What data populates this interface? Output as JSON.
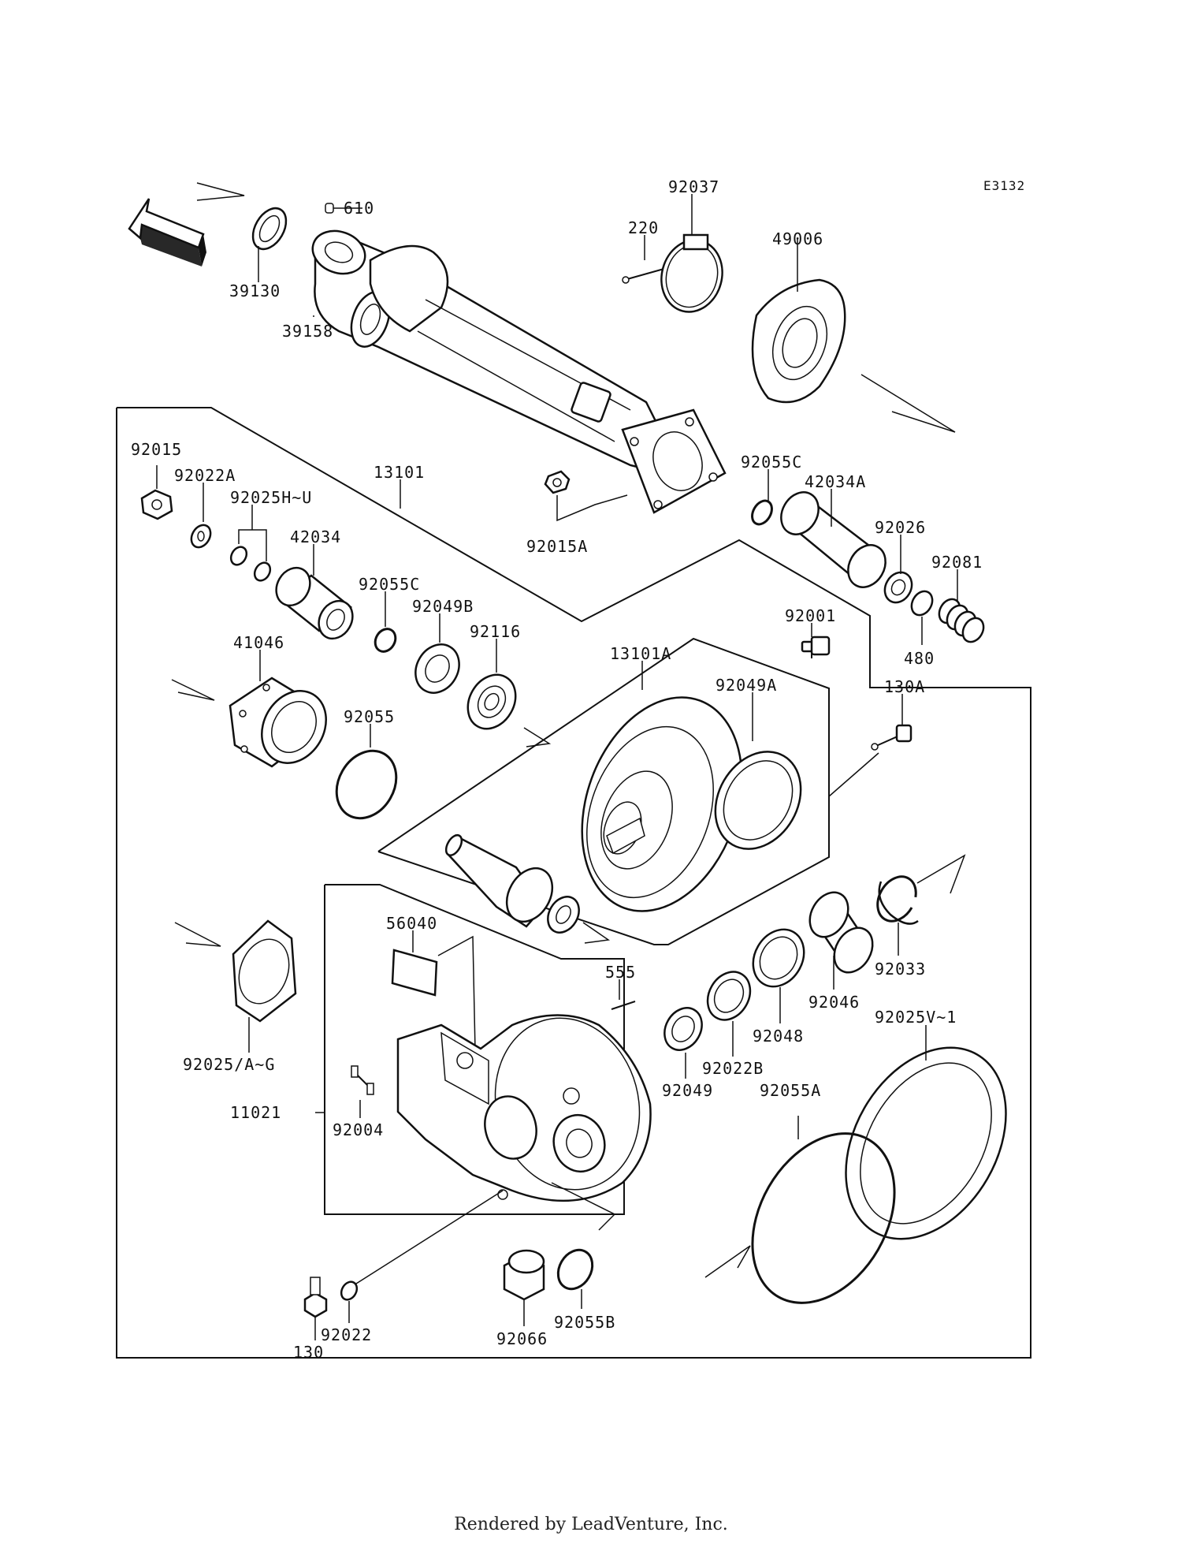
{
  "diagram": {
    "code": "E3132",
    "front_label": "FRONT",
    "labels": [
      {
        "id": "p610",
        "text": "610"
      },
      {
        "id": "p39130",
        "text": "39130"
      },
      {
        "id": "p39158",
        "text": "39158"
      },
      {
        "id": "p92037",
        "text": "92037"
      },
      {
        "id": "p220",
        "text": "220"
      },
      {
        "id": "p49006",
        "text": "49006"
      },
      {
        "id": "p92015",
        "text": "92015"
      },
      {
        "id": "p92022A",
        "text": "92022A"
      },
      {
        "id": "p92025HU",
        "text": "92025H~U"
      },
      {
        "id": "p13101",
        "text": "13101"
      },
      {
        "id": "p42034",
        "text": "42034"
      },
      {
        "id": "p92015A",
        "text": "92015A"
      },
      {
        "id": "p92055C_a",
        "text": "92055C"
      },
      {
        "id": "p42034A",
        "text": "42034A"
      },
      {
        "id": "p92026",
        "text": "92026"
      },
      {
        "id": "p92081",
        "text": "92081"
      },
      {
        "id": "p480",
        "text": "480"
      },
      {
        "id": "p92055C_b",
        "text": "92055C"
      },
      {
        "id": "p92049B",
        "text": "92049B"
      },
      {
        "id": "p92116",
        "text": "92116"
      },
      {
        "id": "p92001",
        "text": "92001"
      },
      {
        "id": "p41046",
        "text": "41046"
      },
      {
        "id": "p13101A",
        "text": "13101A"
      },
      {
        "id": "p92049A",
        "text": "92049A"
      },
      {
        "id": "p92055",
        "text": "92055"
      },
      {
        "id": "p130A",
        "text": "130A"
      },
      {
        "id": "p56040",
        "text": "56040"
      },
      {
        "id": "p555",
        "text": "555"
      },
      {
        "id": "p92033",
        "text": "92033"
      },
      {
        "id": "p92046",
        "text": "92046"
      },
      {
        "id": "p92025AG",
        "text": "92025/A~G"
      },
      {
        "id": "p92048",
        "text": "92048"
      },
      {
        "id": "p92025V1",
        "text": "92025V~1"
      },
      {
        "id": "p92022B",
        "text": "92022B"
      },
      {
        "id": "p92049",
        "text": "92049"
      },
      {
        "id": "p92055A",
        "text": "92055A"
      },
      {
        "id": "p11021",
        "text": "11021"
      },
      {
        "id": "p92004",
        "text": "92004"
      },
      {
        "id": "p92022",
        "text": "92022"
      },
      {
        "id": "p130",
        "text": "130"
      },
      {
        "id": "p92066",
        "text": "92066"
      },
      {
        "id": "p92055B",
        "text": "92055B"
      }
    ]
  },
  "footer": {
    "text": "Rendered by LeadVenture, Inc."
  }
}
